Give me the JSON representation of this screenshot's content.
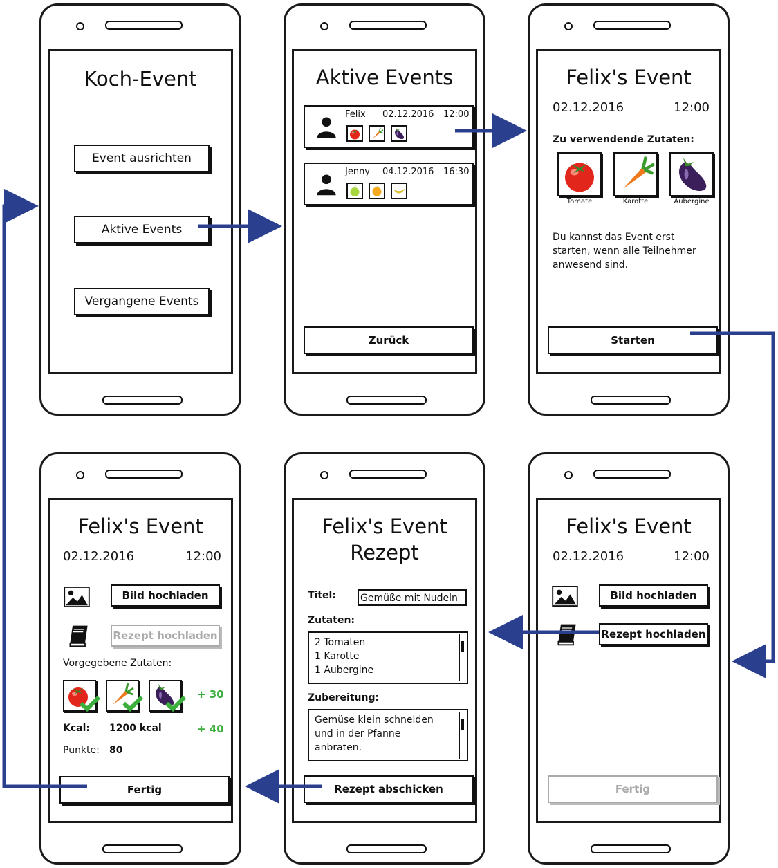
{
  "screen1": {
    "title": "Koch-Event",
    "buttons": [
      "Event ausrichten",
      "Aktive Events",
      "Vergangene Events"
    ]
  },
  "screen2": {
    "title": "Aktive Events",
    "events": [
      {
        "name": "Felix",
        "date": "02.12.2016",
        "time": "12:00",
        "ingredients": [
          "tomato-icon",
          "carrot-icon",
          "eggplant-icon"
        ]
      },
      {
        "name": "Jenny",
        "date": "04.12.2016",
        "time": "16:30",
        "ingredients": [
          "apple-icon",
          "orange-icon",
          "banana-icon"
        ]
      }
    ],
    "back_label": "Zurück"
  },
  "screen3": {
    "title": "Felix's Event",
    "date": "02.12.2016",
    "time": "12:00",
    "ingredients_heading": "Zu verwendende Zutaten:",
    "ingredients": [
      "Tomate",
      "Karotte",
      "Aubergine"
    ],
    "info_lines": [
      "Du kannst das Event erst",
      "starten, wenn alle Teilnehmer",
      "anwesend sind."
    ],
    "start_label": "Starten"
  },
  "screen4": {
    "title": "Felix's Event",
    "date": "02.12.2016",
    "time": "12:00",
    "upload_image_label": "Bild hochladen",
    "upload_recipe_label": "Rezept hochladen",
    "done_label": "Fertig"
  },
  "screen5": {
    "title_line1": "Felix's Event",
    "title_line2": "Rezept",
    "title_label": "Titel:",
    "title_value": "Gemüße mit Nudeln",
    "ingredients_label": "Zutaten:",
    "ingredients_lines": [
      "2 Tomaten",
      "1 Karotte",
      "1 Aubergine"
    ],
    "prep_label": "Zubereitung:",
    "prep_lines": [
      "Gemüse klein schneiden",
      "und in der Pfanne",
      "anbraten."
    ],
    "submit_label": "Rezept abschicken"
  },
  "screen6": {
    "title": "Felix's Event",
    "date": "02.12.2016",
    "time": "12:00",
    "upload_image_label": "Bild hochladen",
    "upload_recipe_label": "Rezept hochladen",
    "ingredients_heading": "Vorgegebene Zutaten:",
    "ingredient_bonus": "+ 30",
    "kcal_label": "Kcal:",
    "kcal_value": "1200 kcal",
    "kcal_bonus": "+ 40",
    "points_label": "Punkte:",
    "points_value": "80",
    "done_label": "Fertig"
  },
  "colors": {
    "arrow": "#2b3f8f",
    "check": "#3cae3c",
    "disabled": "#aaaaaa"
  }
}
